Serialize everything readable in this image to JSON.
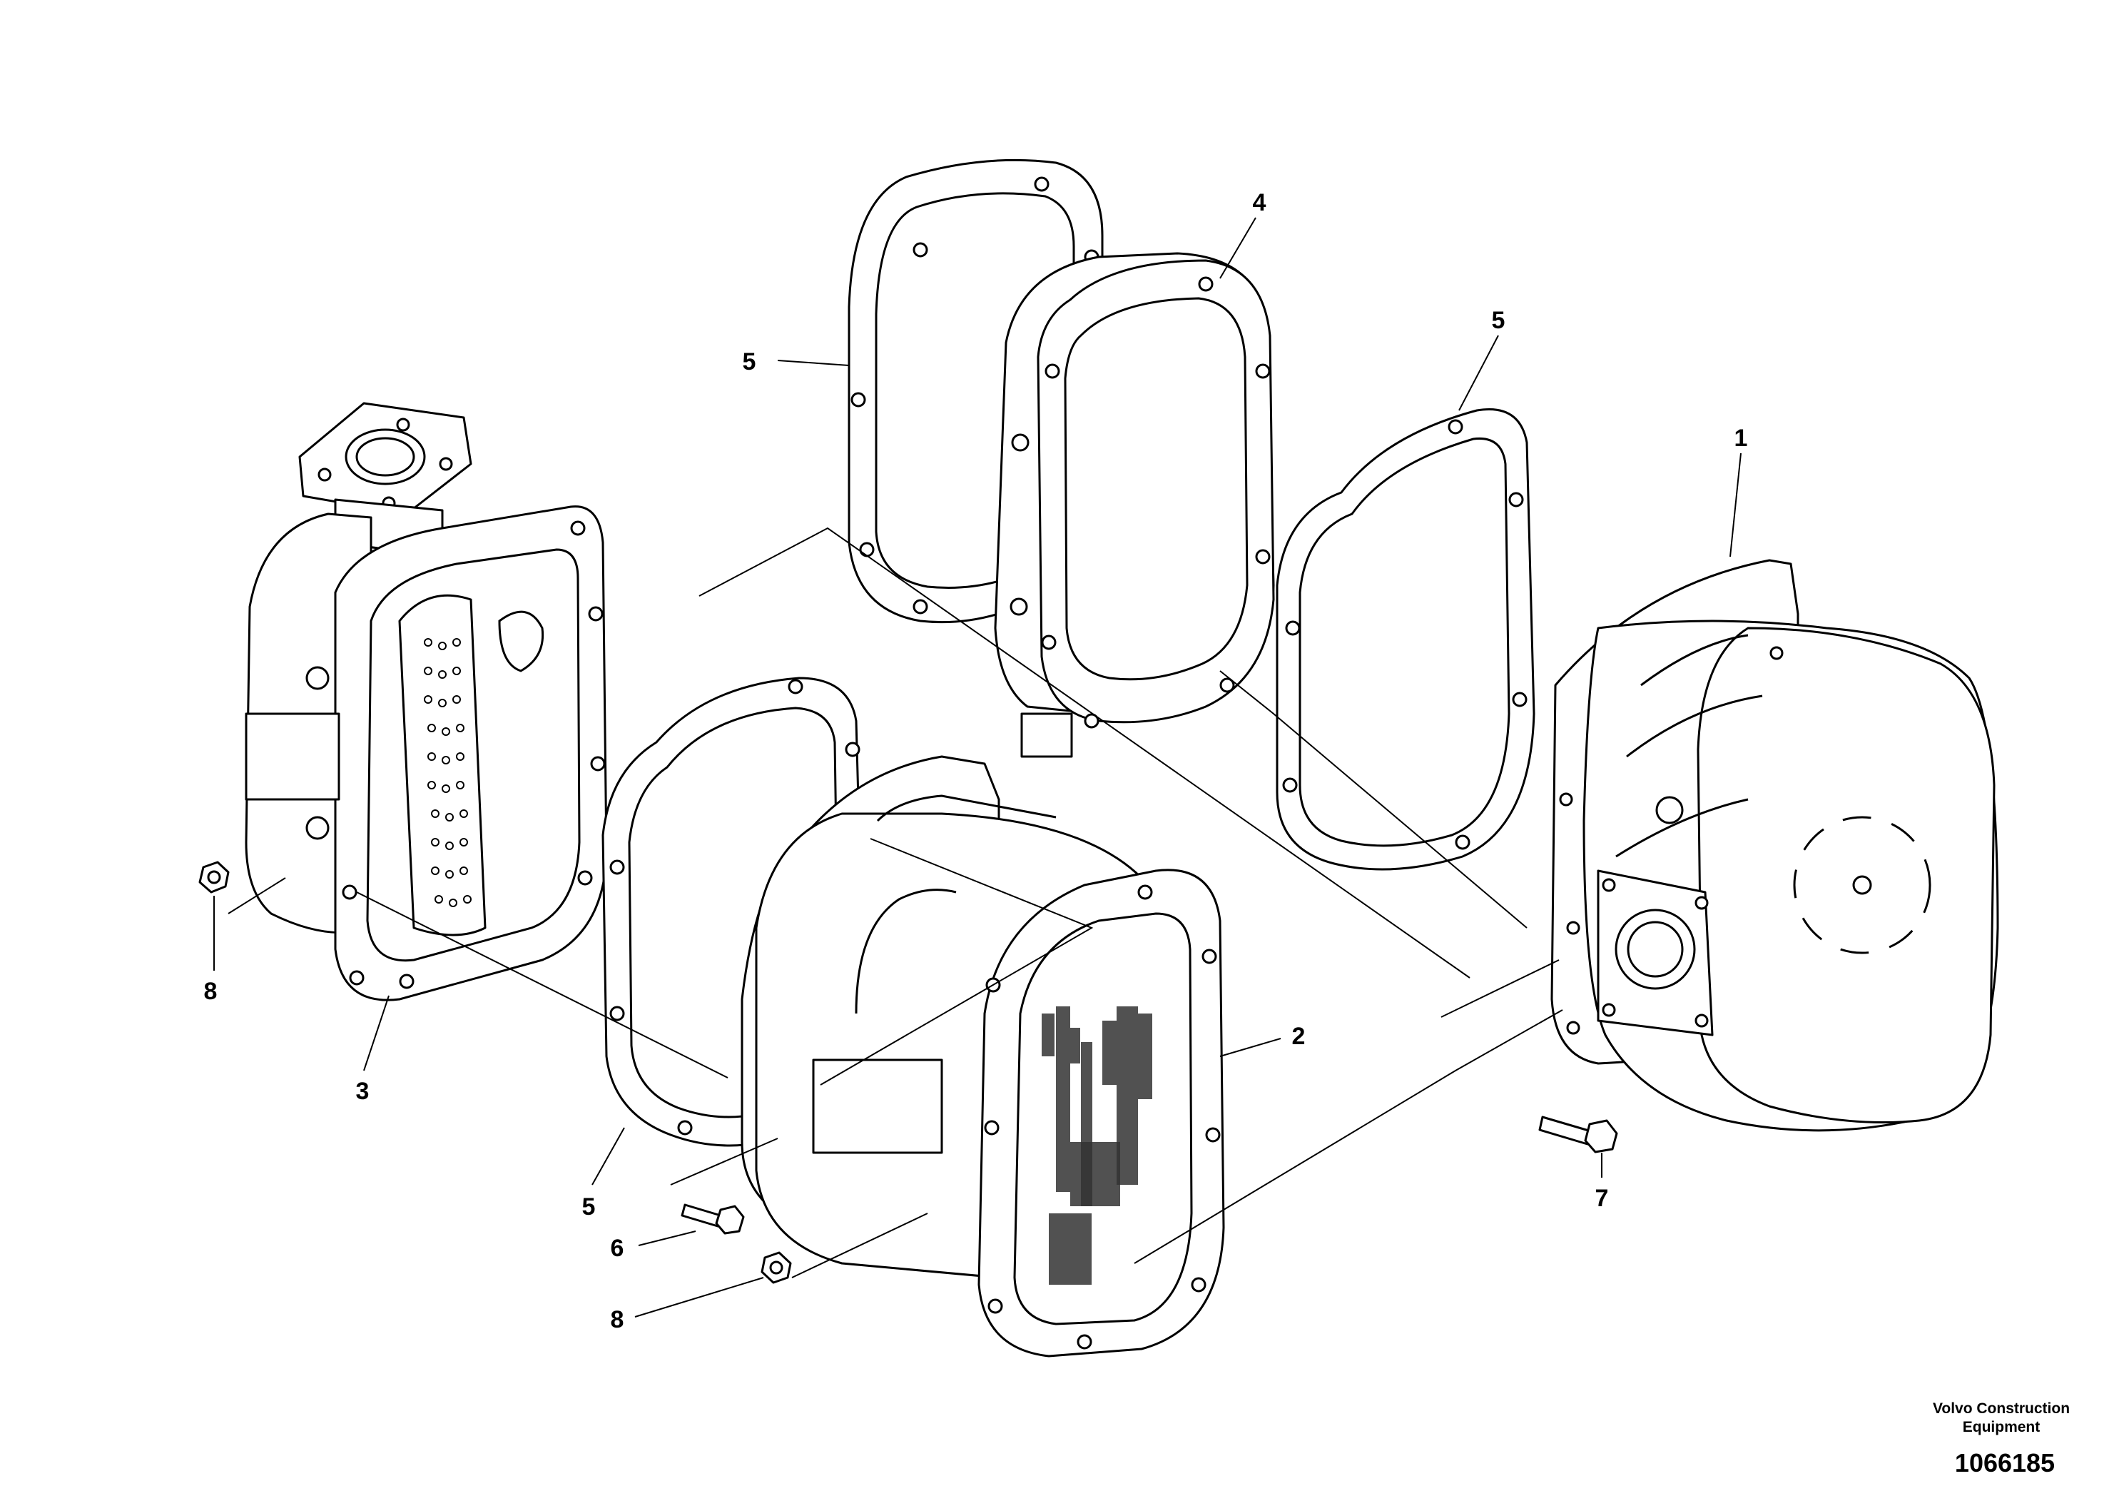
{
  "callouts": {
    "gasket_top_left": "5",
    "ring_top": "4",
    "gasket_top_right": "5",
    "muffler_end": "1",
    "inlet_housing": "3",
    "catalyst_body": "2",
    "gasket_bottom_left": "5",
    "nut_left": "8",
    "screw_bottom": "6",
    "nut_bottom": "8",
    "bolt_right": "7"
  },
  "footer": {
    "brand_line1": "Volvo Construction",
    "brand_line2": "Equipment",
    "part_number": "1066185"
  }
}
